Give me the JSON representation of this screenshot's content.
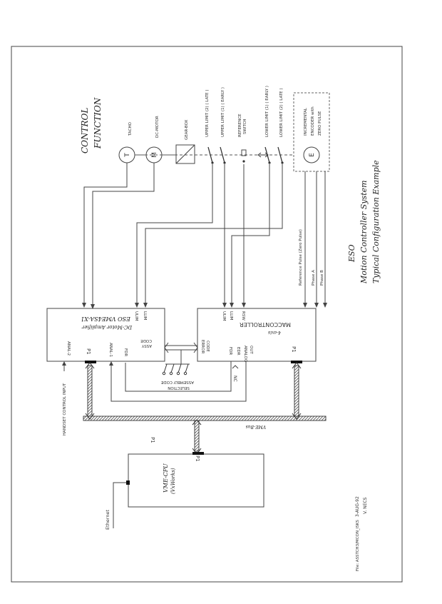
{
  "title": {
    "line1": "ESO",
    "line2": "Motion Controller System",
    "line3": "Typical Configuration Example"
  },
  "control_function": {
    "line1": "CONTROL",
    "line2": "FUNCTION"
  },
  "components": {
    "tacho_symbol": "T",
    "tacho_label": "TACHO",
    "motor_symbol": "M",
    "motor_label": "DC-MOTOR",
    "gearbox_label": "GEAR-BOX",
    "upper_limit_2": "UPPER LIMIT (2) ( LATE )",
    "upper_limit_1": "UPPER LIMIT (1) ( EARLY )",
    "reference_line1": "REFERENCE",
    "reference_line2": "SWITCH",
    "lower_limit_1": "LOWER LIMIT (1) ( EARLY )",
    "lower_limit_2": "LOWER LIMIT (2) ( LATE )",
    "encoder_symbol": "E",
    "encoder_line1": "INCREMENTAL",
    "encoder_line2": "ENCODER with",
    "encoder_line3": "ZERO PULSE"
  },
  "signals": {
    "reference_pulse": "Reference Pulse (Zero Pulse)",
    "phase_a": "Phase A",
    "phase_b": "Phase B"
  },
  "amplifier": {
    "name": "ESO VME4SA-X1",
    "subtitle": "DC-Motor Amplifier",
    "ulim": "ULIM",
    "llim": "LLIM",
    "assy": "ASSY",
    "code": "CODE",
    "anal2": "ANAL-2",
    "anal1": "ANAL-1",
    "fdr": "FDR",
    "p1": "P1"
  },
  "controller": {
    "axis": "4-axis",
    "name": "MACCONTROLLER",
    "ulim": "ULIM",
    "llim": "LLIM",
    "rsw": "RSW",
    "error": "ERROR",
    "code": "CODE",
    "fdr": "FDR",
    "edr": "EDR",
    "analog": "ANALOG",
    "out": "OUT",
    "p1": "P1",
    "nc": "NC"
  },
  "assembly": {
    "line1": "ASSEMBLY CODE",
    "line2": "SELECTION"
  },
  "handset": "HANDSET CONTROL INPUT",
  "bus": "VME-Bus",
  "cpu": {
    "name": "VME-CPU",
    "os": "(VxWorks)",
    "p1": "P1",
    "p1_top": "P1"
  },
  "ethernet": "Ethernet",
  "footer": {
    "date": "3-AUG-92",
    "author": "V. NECS",
    "file": "File: ASSTCH3/MCON_ISKS"
  }
}
